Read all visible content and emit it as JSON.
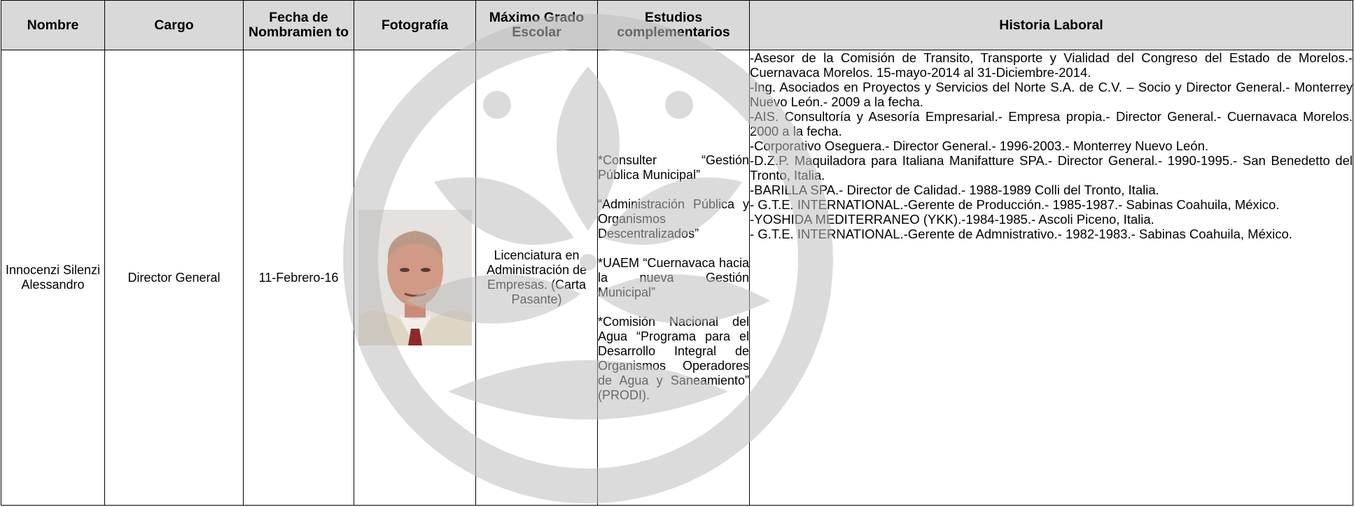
{
  "table": {
    "headers": {
      "nombre": "Nombre",
      "cargo": "Cargo",
      "fecha": "Fecha de Nombramien to",
      "fotografia": "Fotografía",
      "grado": "Máximo Grado Escolar",
      "estudios": "Estudios complementarios",
      "historia": "Historia Laboral"
    },
    "rows": [
      {
        "nombre": "Innocenzi Silenzi Alessandro",
        "cargo": "Director General",
        "fecha": "11-Febrero-16",
        "photo_description": "portrait photo",
        "grado": "Licenciatura en Administración de Empresas. (Carta Pasante)",
        "estudios": [
          "*Consulter “Gestión Pública Municipal”",
          "“Administración Pública y Organismos Descentralizados”",
          "*UAEM “Cuernavaca hacia la nueva Gestión Municipal”",
          "*Comisión Nacional del Agua “Programa para el Desarrollo Integral de Organismos Operadores de Agua y Saneamiento” (PRODI)."
        ],
        "historia": [
          "-Asesor de la Comisión de Transito, Transporte y Vialidad del Congreso del Estado de Morelos.- Cuernavaca Morelos. 15-mayo-2014 al 31-Diciembre-2014.",
          "-Ing. Asociados en Proyectos y Servicios del Norte S.A. de C.V. – Socio y Director General.- Monterrey Nuevo León.- 2009 a la fecha.",
          "-AIS. Consultoría y Asesoría Empresarial.- Empresa propia.- Director General.- Cuernavaca Morelos. 2000 a la fecha.",
          "-Corporativo Oseguera.- Director General.- 1996-2003.- Monterrey Nuevo León.",
          "-D.Z.P. Maquiladora para Italiana Manifatture SPA.- Director General.- 1990-1995.- San Benedetto del Tronto, Italia.",
          "-BARILLA SPA.- Director de Calidad.- 1988-1989 Colli del Tronto, Italia.",
          "- G.T.E. INTERNATIONAL.-Gerente de Producción.- 1985-1987.- Sabinas Coahuila, México.",
          "-YOSHIDA MEDITERRANEO (YKK).-1984-1985.- Ascoli Piceno, Italia.",
          "- G.T.E. INTERNATIONAL.-Gerente de Admnistrativo.- 1982-1983.- Sabinas Coahuila, México."
        ]
      }
    ]
  },
  "colors": {
    "header_bg": "#d9d9d9",
    "border": "#000000",
    "watermark": "#bdbdbd"
  },
  "icons": {
    "watermark": "circular-leaf-emblem"
  }
}
